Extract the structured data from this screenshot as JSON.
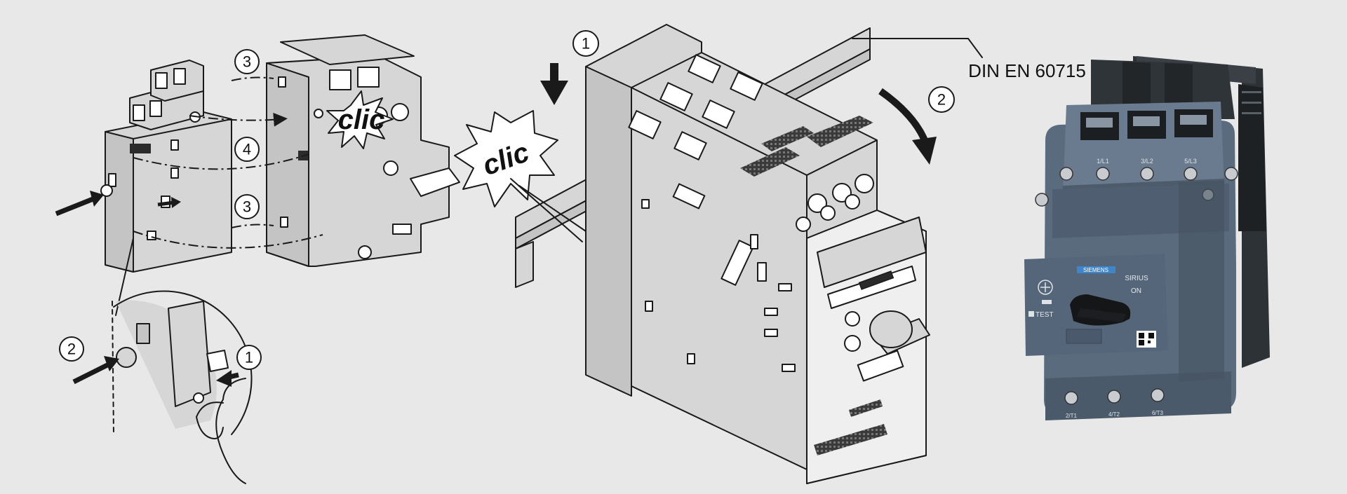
{
  "labels": {
    "din_standard": "DIN EN 60715",
    "clic": "clic",
    "brand": "SIEMENS",
    "product_line": "SIRIUS",
    "on_label": "ON",
    "test_label": "TEST",
    "terminal_top": [
      "1/L1",
      "3/L2",
      "5/L3"
    ],
    "terminal_bottom": [
      "2/T1",
      "4/T2",
      "6/T3"
    ]
  },
  "steps": {
    "left_assembly": [
      "3",
      "4",
      "3"
    ],
    "detail_view": [
      "2",
      "1"
    ],
    "din_mounting": [
      "1",
      "2"
    ]
  },
  "colors": {
    "background": "#e8e8e8",
    "device_body": "#5b6b7e",
    "device_dark": "#2d3237",
    "line_art": "#1a1a1a"
  }
}
